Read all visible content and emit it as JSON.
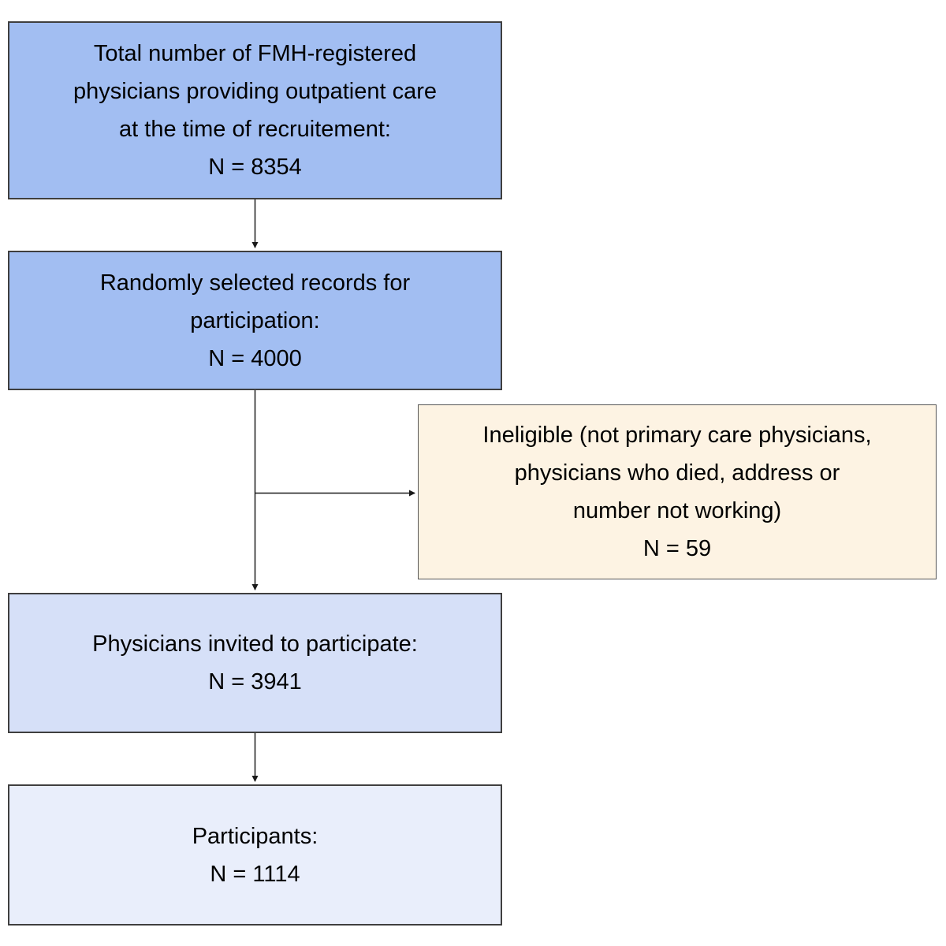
{
  "colors": {
    "primary_blue": "#a2bef2",
    "light_blue": "#d6e0f8",
    "lighter_blue": "#e9eefb",
    "cream": "#fdf3e3",
    "box_border": "#3f3f3f",
    "arrow": "#1a1a1a"
  },
  "boxes": {
    "total": {
      "text": "Total number of FMH-registered\nphysicians providing outpatient care\nat the time of recruitement:\nN = 8354",
      "n": 8354,
      "fill": "#a2bef2"
    },
    "selected": {
      "text": "Randomly selected records for\nparticipation:\nN = 4000",
      "n": 4000,
      "fill": "#a2bef2"
    },
    "ineligible": {
      "text": "Ineligible (not primary care physicians,\nphysicians who died, address or\nnumber not working)\nN = 59",
      "n": 59,
      "fill": "#fdf3e3"
    },
    "invited": {
      "text": "Physicians invited to participate:\nN = 3941",
      "n": 3941,
      "fill": "#d6e0f8"
    },
    "participants": {
      "text": "Participants:\nN = 1114",
      "n": 1114,
      "fill": "#e9eefb"
    }
  },
  "edges": [
    {
      "from": "total",
      "to": "selected"
    },
    {
      "from": "selected",
      "to": "invited"
    },
    {
      "from": "selected",
      "to": "ineligible"
    },
    {
      "from": "invited",
      "to": "participants"
    }
  ]
}
